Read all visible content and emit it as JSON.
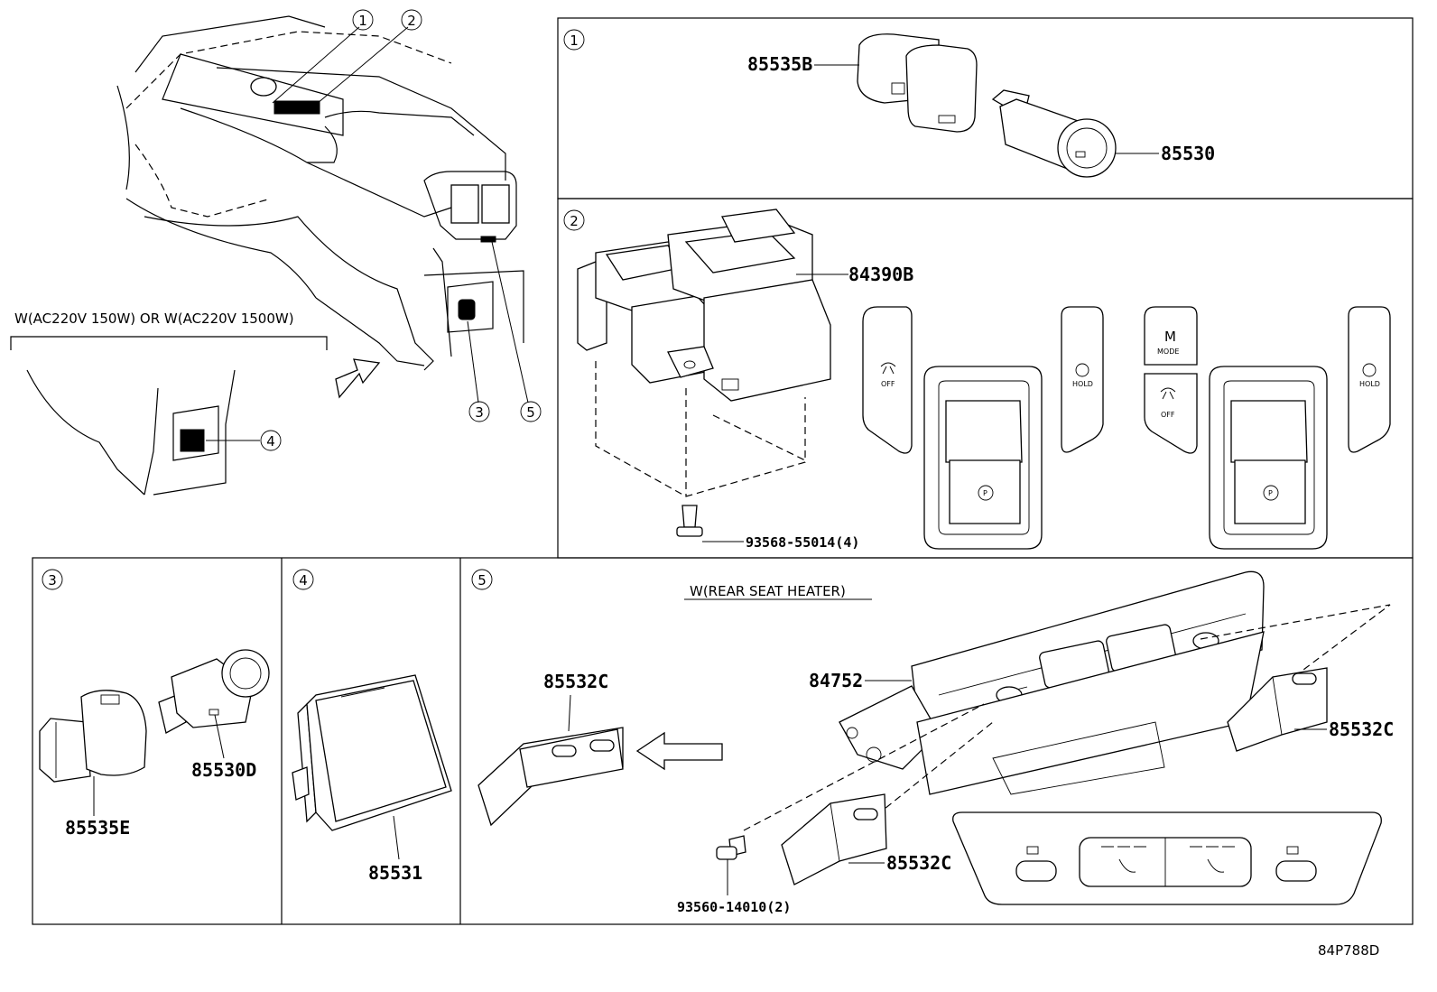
{
  "callouts": [
    "1",
    "2",
    "3",
    "4",
    "5"
  ],
  "variant_note": "W(AC220V 150W) OR W(AC220V 1500W)",
  "heater_note": "W(REAR SEAT HEATER)",
  "drawing_code": "84P788D",
  "parts": {
    "p85535B": "85535B",
    "p85530": "85530",
    "p84390B": "84390B",
    "p93568": "93568-55014(4)",
    "p85535E": "85535E",
    "p85530D": "85530D",
    "p85531": "85531",
    "p85532C_a": "85532C",
    "p84752": "84752",
    "p85532C_b": "85532C",
    "p85532C_c": "85532C",
    "p93560": "93560-14010(2)"
  },
  "switch_labels": {
    "off": "OFF",
    "hold": "HOLD",
    "m": "M",
    "mode": "MODE",
    "p": "P"
  }
}
